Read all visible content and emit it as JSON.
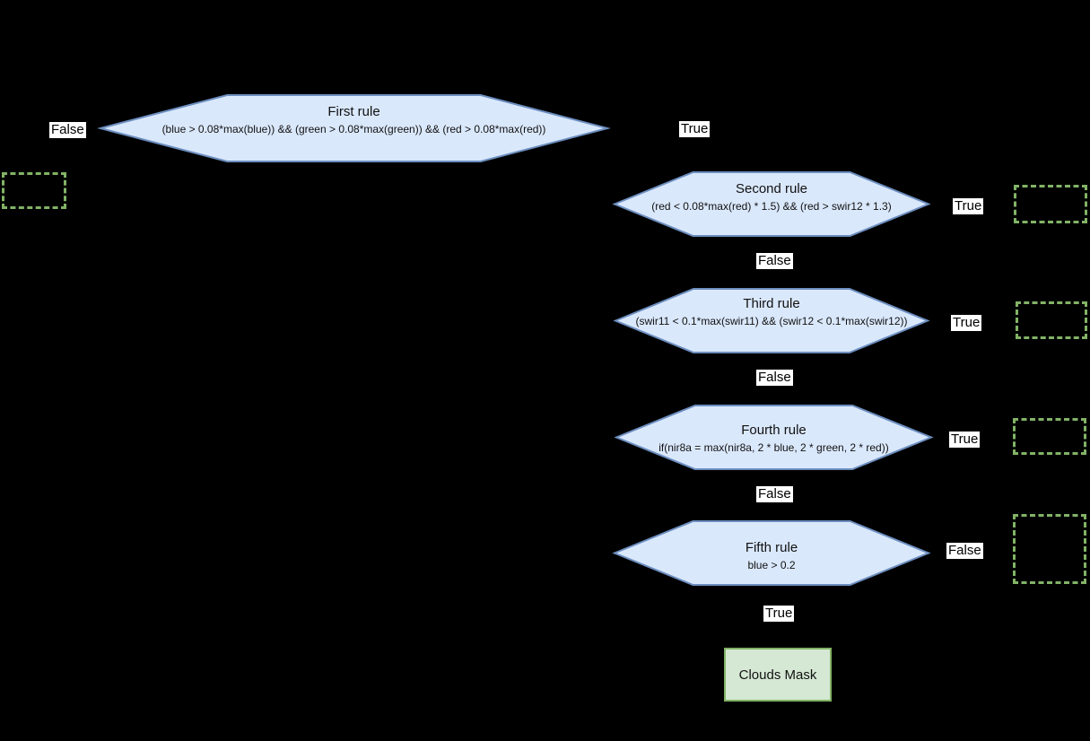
{
  "diagram": {
    "background_color": "#000000",
    "rule_fill_color": "#dae8fc",
    "rule_stroke_color": "#6c8ebf",
    "placeholder_stroke_color": "#82b366",
    "terminal_fill_color": "#d5e8d4",
    "terminal_stroke_color": "#82b366",
    "edge_label_background": "#ffffff",
    "rules": [
      {
        "title": "First rule",
        "condition": "(blue > 0.08*max(blue)) && (green > 0.08*max(green)) && (red > 0.08*max(red))"
      },
      {
        "title": "Second rule",
        "condition": "(red < 0.08*max(red) * 1.5) && (red > swir12 * 1.3)"
      },
      {
        "title": "Third rule",
        "condition": "(swir11 < 0.1*max(swir11) && (swir12 < 0.1*max(swir12))"
      },
      {
        "title": "Fourth rule",
        "condition": "if(nir8a = max(nir8a, 2 * blue, 2 * green, 2 * red))"
      },
      {
        "title": "Fifth rule",
        "condition": "blue > 0.2"
      }
    ],
    "edge_labels": [
      {
        "id": "first-false",
        "text": "False"
      },
      {
        "id": "first-true",
        "text": "True"
      },
      {
        "id": "second-true",
        "text": "True"
      },
      {
        "id": "second-false",
        "text": "False"
      },
      {
        "id": "third-true",
        "text": "True"
      },
      {
        "id": "third-false",
        "text": "False"
      },
      {
        "id": "fourth-true",
        "text": "True"
      },
      {
        "id": "fourth-false",
        "text": "False"
      },
      {
        "id": "fifth-false",
        "text": "False"
      },
      {
        "id": "fifth-true",
        "text": "True"
      }
    ],
    "terminal": {
      "label": "Clouds Mask"
    }
  }
}
